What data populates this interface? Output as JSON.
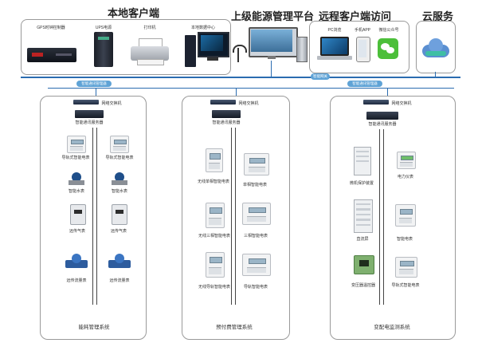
{
  "headings": {
    "local_client": "本地客户端",
    "platform": "上级能源管理平台",
    "remote_client": "远程客户端访问",
    "cloud": "云服务"
  },
  "top_devices": {
    "gps": "GPS时钟控制器",
    "ups": "UPS电源",
    "printer": "打印机",
    "local_data_center": "本地数据中心",
    "pc": "PC浏览",
    "phone_app": "手机APP",
    "wechat": "微信公众号"
  },
  "bus_labels": {
    "left": "智能通讯管理器",
    "center": "智能网关",
    "right": "智能通讯管理器"
  },
  "systems": [
    {
      "id": "energy",
      "switch": "网络交换机",
      "server": "智能通讯服务器",
      "devices": [
        "导轨式智能电表",
        "导轨式智能电表",
        "智能水表",
        "智能水表",
        "远传气表",
        "远传气表",
        "远传流量表",
        "远传流量表"
      ],
      "footer": "能耗管理系统"
    },
    {
      "id": "prepaid",
      "switch": "网络交换机",
      "server": "智能通讯服务器",
      "devices": [
        "无线单相智能电表",
        "单相智能电表",
        "无线三相智能电表",
        "三相智能电表",
        "无线导轨智能电表",
        "导轨智能电表"
      ],
      "footer": "预付费管理系统"
    },
    {
      "id": "power",
      "switch": "网络交换机",
      "server": "智能通讯服务器",
      "devices": [
        "微机保护装置",
        "电力仪表",
        "直流屏",
        "智能电表",
        "变压器温控器",
        "导轨式智能电表"
      ],
      "footer": "变配电监测系统"
    }
  ],
  "colors": {
    "bus": "#2b6cb0",
    "pill": "#5fa3d6",
    "border": "#9a9a9a"
  }
}
